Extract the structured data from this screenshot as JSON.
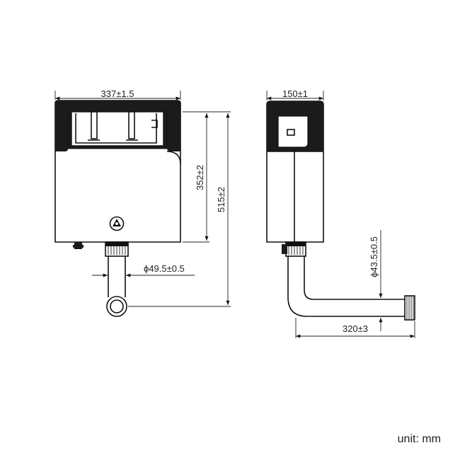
{
  "front_view": {
    "width_dim": "337±1.5",
    "body_height_dim": "352±2",
    "total_height_dim": "515±2",
    "pipe_diameter_dim": "ϕ49.5±0.5"
  },
  "side_view": {
    "depth_dim": "150±1",
    "outlet_diameter_dim": "ϕ43.5±0.5",
    "outlet_length_dim": "320±3"
  },
  "unit_label": "unit: mm",
  "colors": {
    "line": "#111111",
    "background": "#ffffff"
  }
}
